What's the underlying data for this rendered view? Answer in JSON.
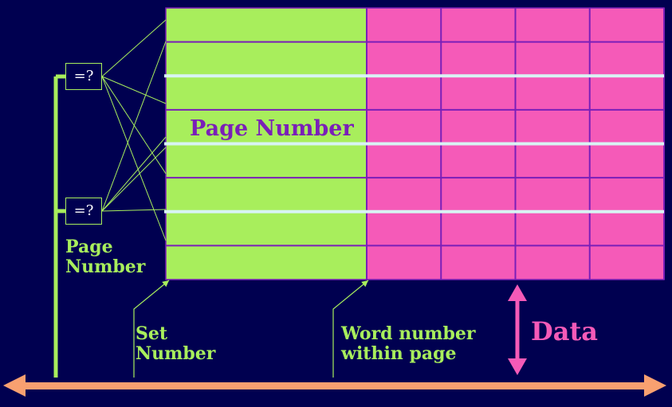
{
  "labels": {
    "page_number_tag": "Page Number",
    "page_number_side": "Page\nNumber",
    "set_number": "Set\nNumber",
    "word_number": "Word number\nwithin page",
    "data": "Data"
  },
  "comparators": [
    "=?",
    "=?"
  ],
  "grid": {
    "rows": 8,
    "data_columns": 4,
    "set_separator_after_rows": [
      2,
      4,
      6
    ]
  },
  "colors": {
    "background": "#000050",
    "tag_green": "#a8ee5c",
    "data_pink": "#f55ab8",
    "grid_line": "#7a1fb8",
    "set_line": "#d8f4f4",
    "bus_orange": "#f8a070",
    "page_tag_text": "#7a1fb8",
    "data_text": "#f55ab8",
    "label_text": "#a8ee5c"
  }
}
